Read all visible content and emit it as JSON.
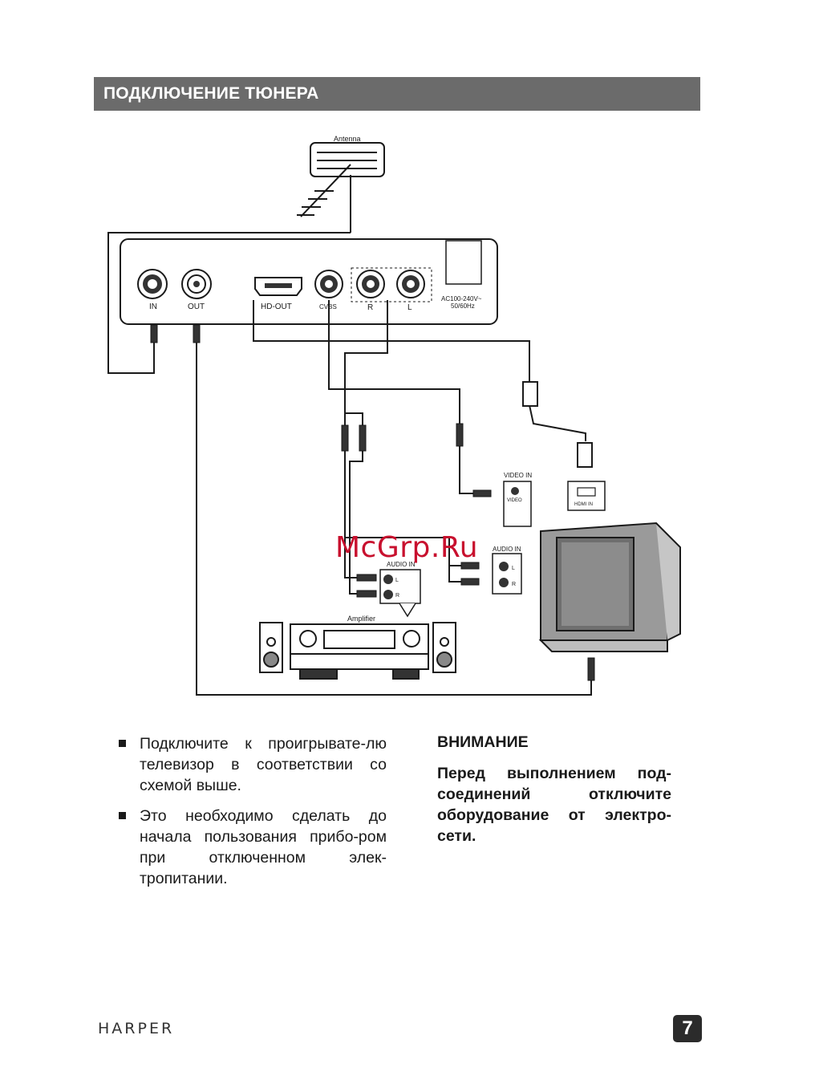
{
  "header": {
    "title": "ПОДКЛЮЧЕНИЕ ТЮНЕРА"
  },
  "diagram": {
    "antenna_label": "Antenna",
    "ports": {
      "in": "IN",
      "out": "OUT",
      "hdout": "HD-OUT",
      "cvbs": "CVBS",
      "r": "R",
      "l": "L",
      "power": "AC100-240V~",
      "power_freq": "50/60Hz"
    },
    "tv_video_in": "VIDEO IN",
    "tv_video_jack": "VIDEO",
    "tv_hdmi_in": "HDMI IN",
    "tv_audio_in": "AUDIO IN",
    "amp_audio_in": "AUDIO IN",
    "jack_l": "L",
    "jack_r": "R",
    "amplifier_label": "Amplifier"
  },
  "watermark": "McGrp.Ru",
  "instructions": [
    "Подключите к проигрывате-лю телевизор в соответствии со схемой выше.",
    "Это необходимо сделать до начала пользования прибо-ром при отключенном элек-тропитании."
  ],
  "warning": {
    "title": "ВНИМАНИЕ",
    "text": "Перед выполнением под-соединений отключите оборудование от электро-сети."
  },
  "footer": {
    "brand": "HARPER",
    "page": "7"
  }
}
